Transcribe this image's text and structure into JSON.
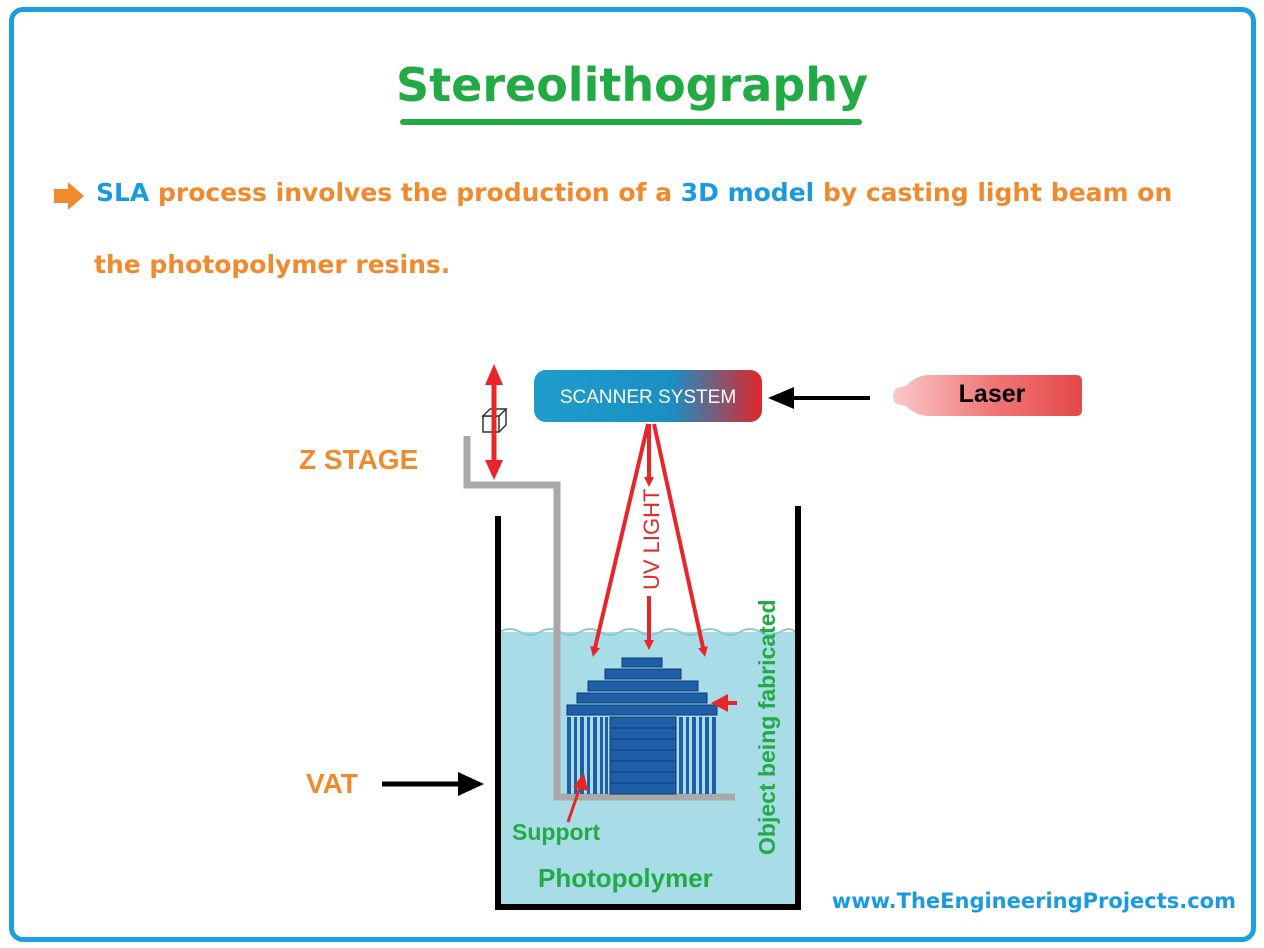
{
  "title": "Stereolithography",
  "description": {
    "part1": "SLA",
    "part2": " process involves the production of a ",
    "part3": "3D model",
    "part4": " by casting light beam on",
    "line2": "the photopolymer resins."
  },
  "diagram": {
    "scanner_label": "SCANNER SYSTEM",
    "laser_label": "Laser",
    "z_stage_label": "Z STAGE",
    "uv_light_label": "UV LIGHT",
    "object_label": "Object being fabricated",
    "vat_label": "VAT",
    "support_label": "Support",
    "photopolymer_label": "Photopolymer"
  },
  "colors": {
    "accent_green": "#22aa44",
    "accent_orange": "#f08a2c",
    "accent_blue": "#1a9be0",
    "uv_red": "#e8262a",
    "model_blue": "#1e5fa8",
    "resin": "#a8dce6"
  },
  "footer": "www.TheEngineeringProjects.com"
}
